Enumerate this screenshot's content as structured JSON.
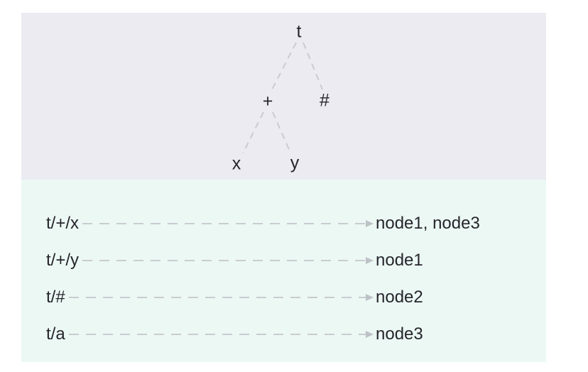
{
  "diagram": {
    "description": "Topic tree with wildcard subscriptions and topic-to-node match table"
  },
  "tree": {
    "nodes": [
      {
        "id": "t",
        "label": "t"
      },
      {
        "id": "plus",
        "label": "+"
      },
      {
        "id": "hash",
        "label": "#"
      },
      {
        "id": "x",
        "label": "x"
      },
      {
        "id": "y",
        "label": "y"
      }
    ],
    "edges": [
      {
        "from": "t",
        "to": "plus"
      },
      {
        "from": "t",
        "to": "hash"
      },
      {
        "from": "plus",
        "to": "x"
      },
      {
        "from": "plus",
        "to": "y"
      }
    ]
  },
  "mappings": {
    "rows": [
      {
        "topic": "t/+/x",
        "targets": "node1, node3"
      },
      {
        "topic": "t/+/y",
        "targets": "node1"
      },
      {
        "topic": "t/#",
        "targets": "node2"
      },
      {
        "topic": "t/a",
        "targets": "node3"
      }
    ]
  },
  "colors": {
    "tree_panel_bg": "#ebebf1",
    "map_panel_bg": "#ecf8f3",
    "text": "#26262c",
    "dash": "#c9ccd0",
    "arrow": "#bdc2c6"
  }
}
